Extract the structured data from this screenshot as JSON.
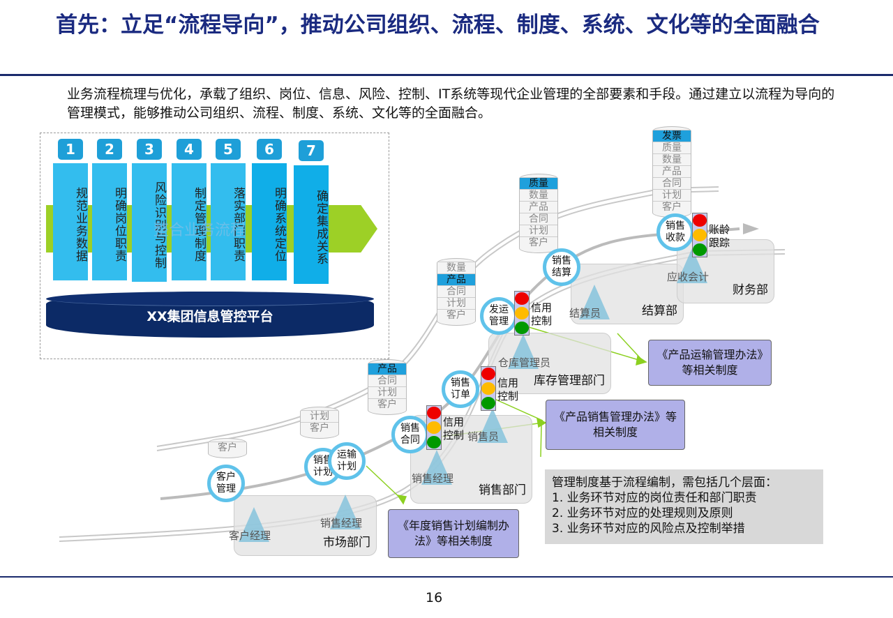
{
  "title": "首先：立足“流程导向”，推动公司组织、流程、制度、系统、文化等的全面融合",
  "intro": "业务流程梳理与优化，承载了组织、岗位、信息、风险、控制、IT系统等现代企业管理的全部要素和手段。通过建立以流程为导向的管理模式，能够推动公司组织、流程、制度、系统、文化等的全面融合。",
  "steps": [
    {
      "num": "1",
      "text": "规范业务数据"
    },
    {
      "num": "2",
      "text": "明确岗位职责"
    },
    {
      "num": "3",
      "text": "风险识别与控制"
    },
    {
      "num": "4",
      "text": "制定管理制度"
    },
    {
      "num": "5",
      "text": "落实部门职责"
    },
    {
      "num": "6",
      "text": "明确系统定位"
    },
    {
      "num": "7",
      "text": "确定集成关系"
    }
  ],
  "arrow_label": "整合业务流程",
  "platform": "XX集团信息管控平台",
  "databases": [
    {
      "rows": [
        "客户"
      ],
      "highlight": -1
    },
    {
      "rows": [
        "计划",
        "客户"
      ],
      "highlight": -1
    },
    {
      "rows": [
        "产品",
        "合同",
        "计划",
        "客户"
      ],
      "highlight": 0
    },
    {
      "rows": [
        "数量",
        "产品",
        "合同",
        "计划",
        "客户"
      ],
      "highlight": 1
    },
    {
      "rows": [
        "质量",
        "数量",
        "产品",
        "合同",
        "计划",
        "客户"
      ],
      "highlight": 0
    },
    {
      "rows": [
        "发票",
        "质量",
        "数量",
        "产品",
        "合同",
        "计划",
        "客户"
      ],
      "highlight": 0
    }
  ],
  "processes": [
    "客户管理",
    "销售计划",
    "运输计划",
    "销售合同",
    "销售订单",
    "发运管理",
    "销售结算",
    "销售收款"
  ],
  "controls": [
    "信用控制",
    "信用控制",
    "信用控制",
    "账龄跟踪"
  ],
  "departments": [
    "市场部门",
    "销售部门",
    "库存管理部门",
    "结算部",
    "财务部"
  ],
  "roles": [
    "客户经理",
    "销售经理",
    "销售经理",
    "销售员",
    "仓库管理员",
    "结算员",
    "应收会计"
  ],
  "regulations": [
    "《年度销售计划编制办法》等相关制度",
    "《产品销售管理办法》等相关制度",
    "《产品运输管理办法》等相关制度"
  ],
  "note": {
    "heading": "管理制度基于流程编制，需包括几个层面：",
    "items": [
      "1.  业务环节对应的岗位责任和部门职责",
      "2.  业务环节对应的处理规则及原则",
      "3.  业务环节对应的风险点及控制举措"
    ]
  },
  "page_number": "16",
  "colors": {
    "title": "#1a2a80",
    "step": "#33bdee",
    "arrow": "#8cc800",
    "platform": "#0c2a66",
    "scroll": "#b0b0e8"
  }
}
